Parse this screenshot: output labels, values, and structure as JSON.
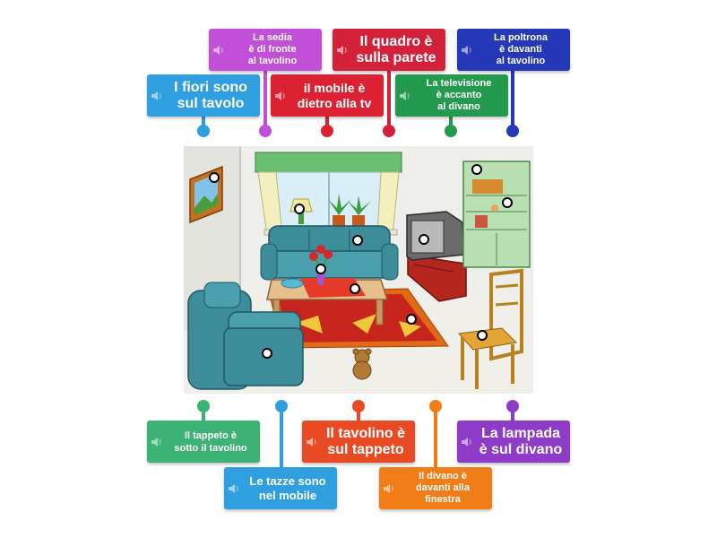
{
  "labels": {
    "fiori": {
      "text": "I fiori sono\nsul tavolo",
      "color": "#2f9fe0"
    },
    "sedia": {
      "text": "La sedia\nè di fronte\nal tavolino",
      "color": "#c24fd8"
    },
    "mobile": {
      "text": "il mobile è\ndietro alla tv",
      "color": "#dc2232"
    },
    "quadro": {
      "text": "Il quadro è\nsulla parete",
      "color": "#d4213a"
    },
    "televisione": {
      "text": "La televisione\nè accanto\nal divano",
      "color": "#249a4f"
    },
    "poltrona": {
      "text": "La poltrona\nè davanti\nal tavolino",
      "color": "#2538b8"
    },
    "tappeto": {
      "text": "Il tappeto è\nsotto il tavolino",
      "color": "#3cb274"
    },
    "tazze": {
      "text": "Le tazze sono\nnel mobile",
      "color": "#2f9fe0"
    },
    "tavolino": {
      "text": "Il tavolino è\nsul tappeto",
      "color": "#e84a23"
    },
    "divano": {
      "text": "Il divano è\ndavanti alla\nfinestra",
      "color": "#f07d18"
    },
    "lampada": {
      "text": "La lampada\nè sul divano",
      "color": "#8e3bc8"
    }
  }
}
